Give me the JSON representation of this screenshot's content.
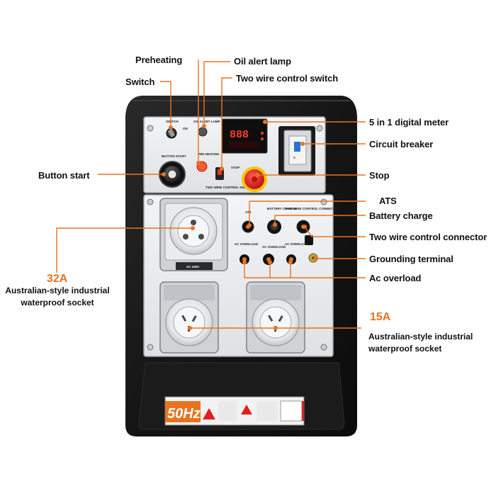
{
  "callouts": {
    "preheating": "Preheating",
    "oil_alert_lamp": "Oil alert lamp",
    "switch": "Switch",
    "two_wire_control_switch": "Two wire control switch",
    "digital_meter": "5 in 1 digital meter",
    "circuit_breaker": "Circuit breaker",
    "button_start": "Button start",
    "stop": "Stop",
    "ats": "ATS",
    "battery_charge": "Battery charge",
    "two_wire_control_connector": "Two wire control connector",
    "grounding_terminal": "Grounding terminal",
    "ac_overload": "Ac overload"
  },
  "socket_32a": {
    "rating": "32A",
    "description_line1": "Australian-style industrial",
    "description_line2": "waterproof socket"
  },
  "socket_15a": {
    "rating": "15A",
    "description_line1": "Australian-style industrial",
    "description_line2": "waterproof socket"
  },
  "panel_labels": {
    "switch": "SWITCH",
    "on": "ON",
    "button_start": "BUTTON START",
    "oil_alert_lamp": "OIL ALERT LAMP",
    "pre_heating": "PRE HEATING",
    "two_wire_control_switch": "TWO WIRE CONTROL SWITCH",
    "stop": "STOP",
    "ats": "ATS",
    "battery_charge": "BATTERY CHARGE",
    "two_wire_control_connector": "TWO WIRE CONTROL CONNECTOR",
    "ac_overload": "AC OVERLOAD",
    "ac_240v": "AC 240V",
    "meter_digits": "888"
  },
  "frequency_badge": "50Hz",
  "colors": {
    "accent": "#e8731f",
    "frame": "#1a1a1a",
    "panel": "#ecedef",
    "stop_red": "#e02020",
    "text": "#111111"
  }
}
